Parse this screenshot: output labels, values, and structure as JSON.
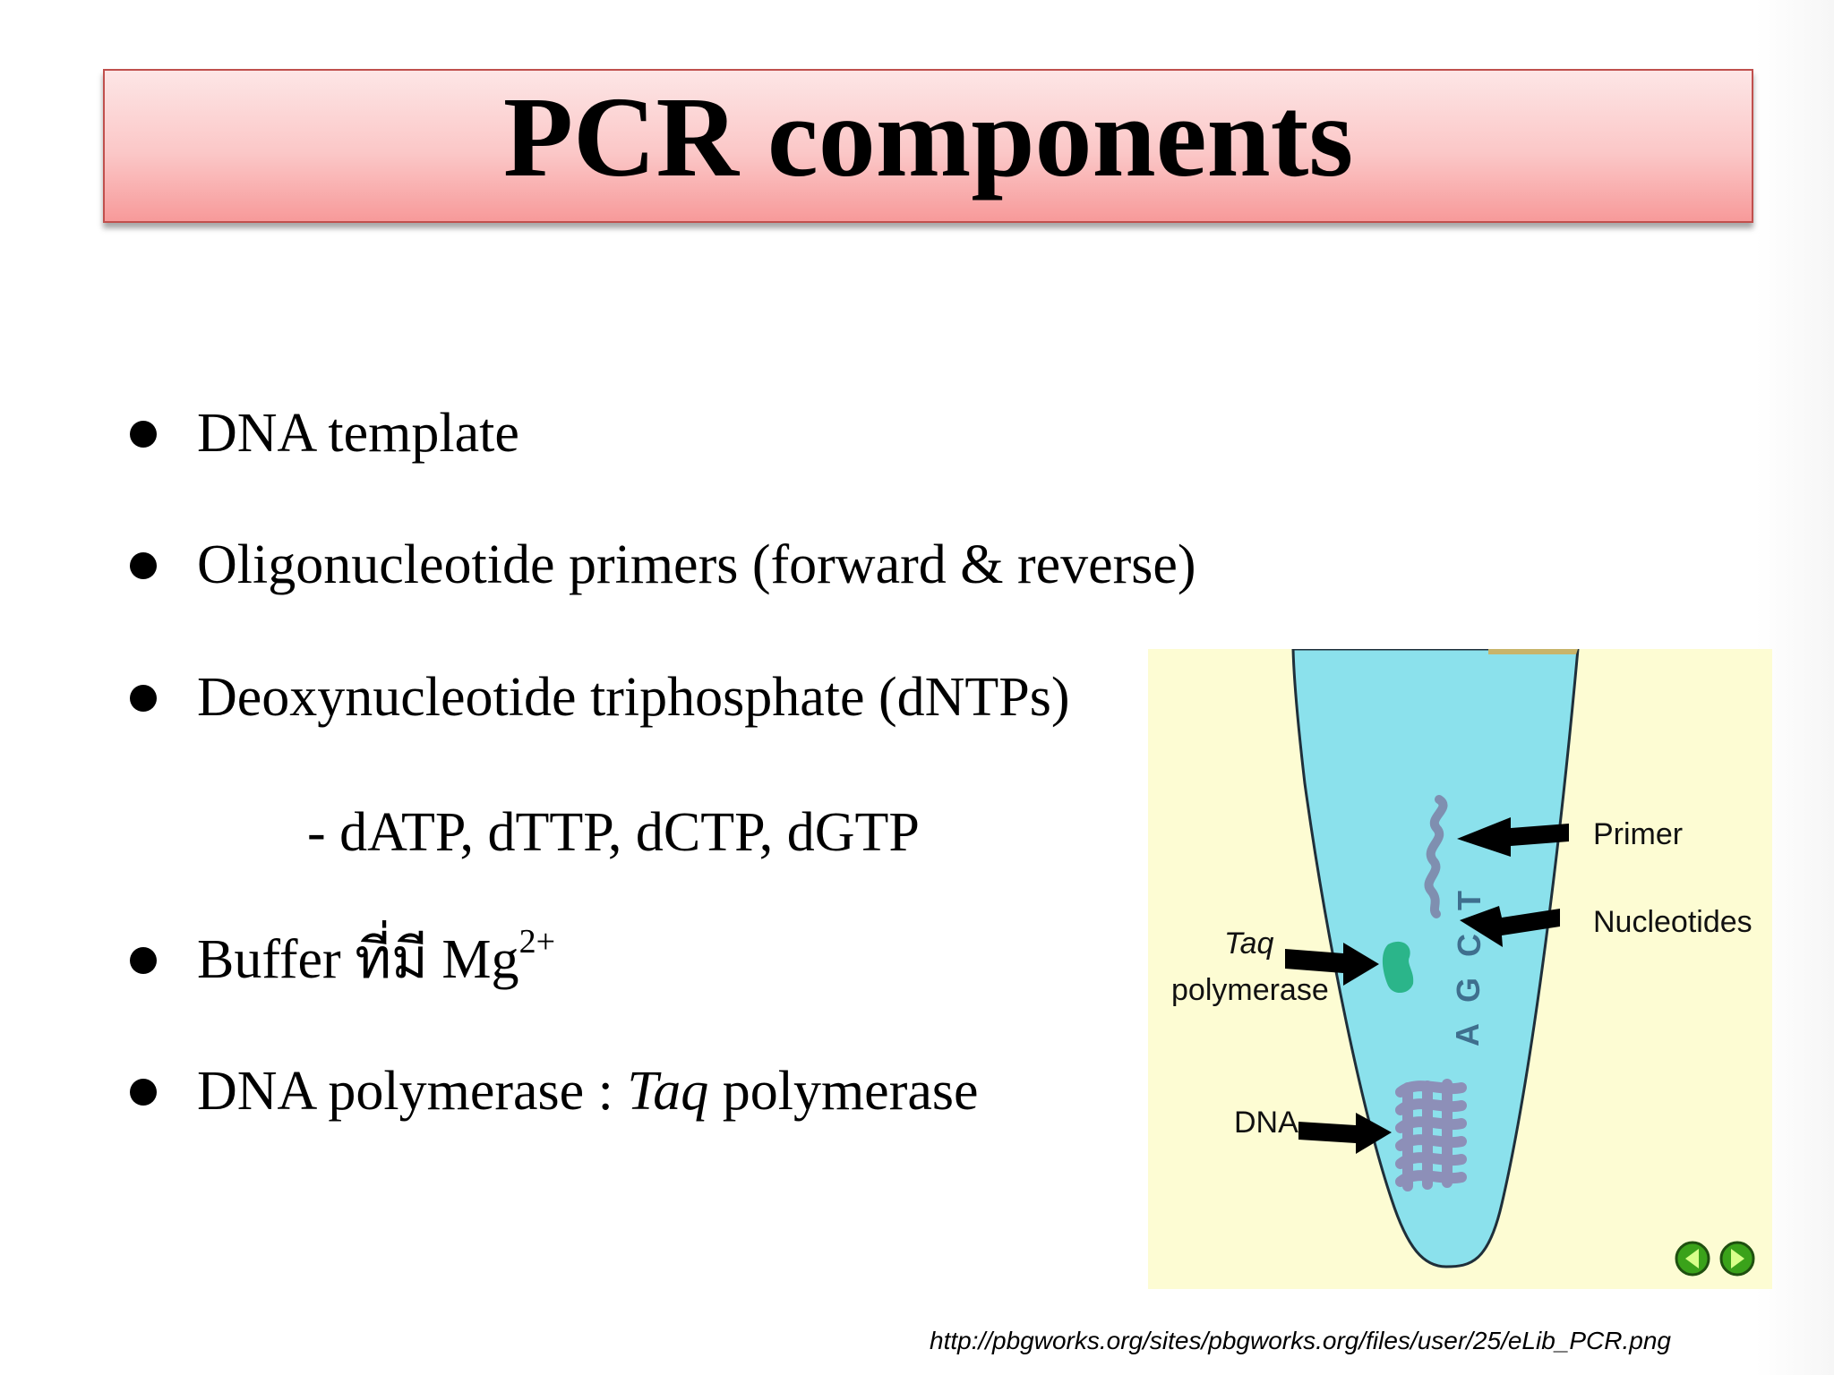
{
  "slide": {
    "title": "PCR components",
    "bullets": [
      {
        "text": "DNA template"
      },
      {
        "text": "Oligonucleotide primers (forward & reverse)"
      },
      {
        "text": "Deoxynucleotide triphosphate (dNTPs)"
      },
      {
        "text_main": "Buffer ที่มี Mg",
        "superscript": "2+"
      },
      {
        "text_main": "DNA polymerase : ",
        "text_italic": "Taq",
        "text_tail": " polymerase"
      }
    ],
    "sub_item": "- dATP, dTTP, dCTP, dGTP",
    "source_url": "http://pbgworks.org/sites/pbgworks.org/files/user/25/eLib_PCR.png"
  },
  "figure": {
    "labels": {
      "primer": "Primer",
      "nucleotides": "Nucleotides",
      "taq_italic": "Taq",
      "polymerase": "polymerase",
      "dna": "DNA"
    },
    "letters": [
      "A",
      "G",
      "C",
      "T"
    ],
    "icons": [
      "tube",
      "primer-strand-icon",
      "taq-enzyme-icon",
      "dna-helix-icon",
      "prev-arrow-icon",
      "next-arrow-icon"
    ],
    "colors": {
      "background": "#fdfcd3",
      "tube": "#8be1ec",
      "strand": "#7f8fb0",
      "enzyme": "#2bb58a",
      "nav_button": "#3aa21a"
    }
  }
}
